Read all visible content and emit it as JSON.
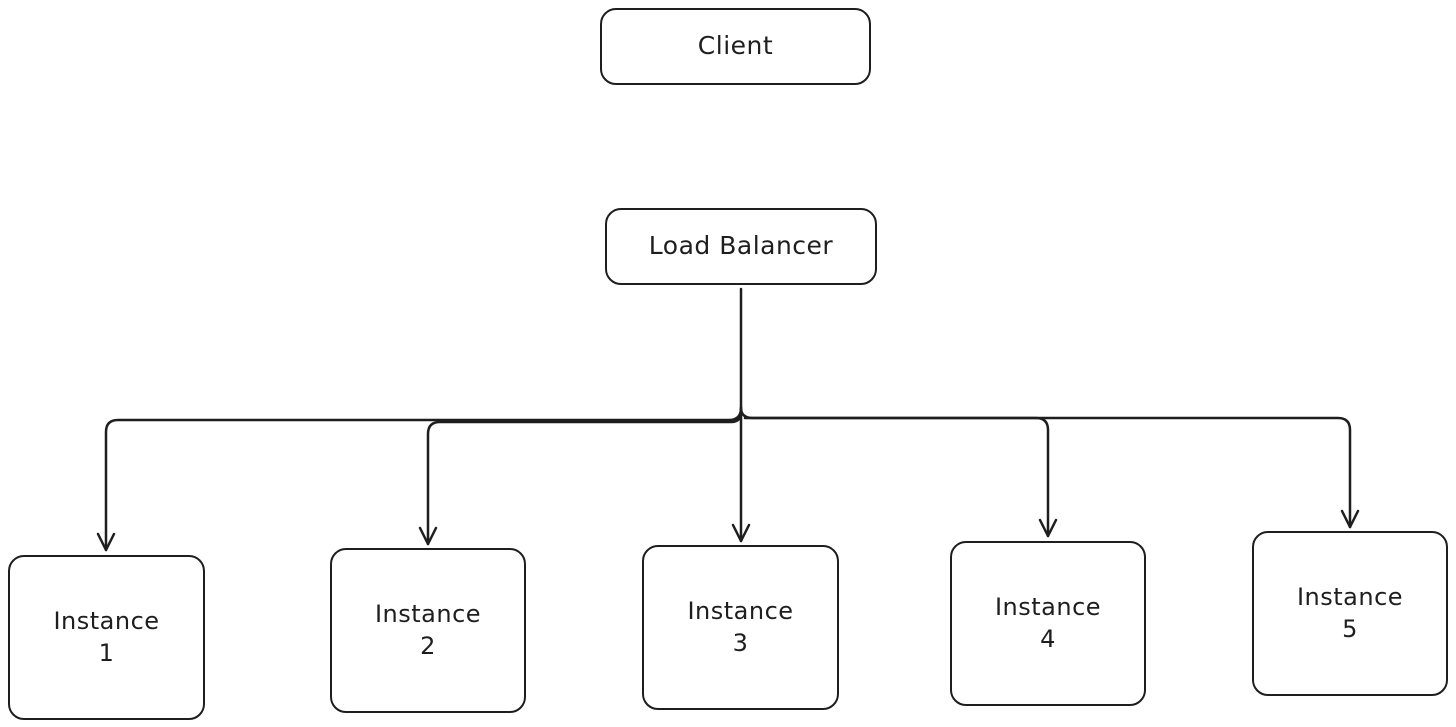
{
  "diagram": {
    "client": {
      "label": "Client"
    },
    "load_balancer": {
      "label": "Load Balancer"
    },
    "instances": [
      {
        "line1": "Instance",
        "line2": "1"
      },
      {
        "line1": "Instance",
        "line2": "2"
      },
      {
        "line1": "Instance",
        "line2": "3"
      },
      {
        "line1": "Instance",
        "line2": "4"
      },
      {
        "line1": "Instance",
        "line2": "5"
      }
    ],
    "connections": [
      {
        "from": "Load Balancer",
        "to": "Instance 1"
      },
      {
        "from": "Load Balancer",
        "to": "Instance 2"
      },
      {
        "from": "Load Balancer",
        "to": "Instance 3"
      },
      {
        "from": "Load Balancer",
        "to": "Instance 4"
      },
      {
        "from": "Load Balancer",
        "to": "Instance 5"
      }
    ],
    "colors": {
      "stroke": "#1e1e1e",
      "background": "#ffffff"
    }
  }
}
